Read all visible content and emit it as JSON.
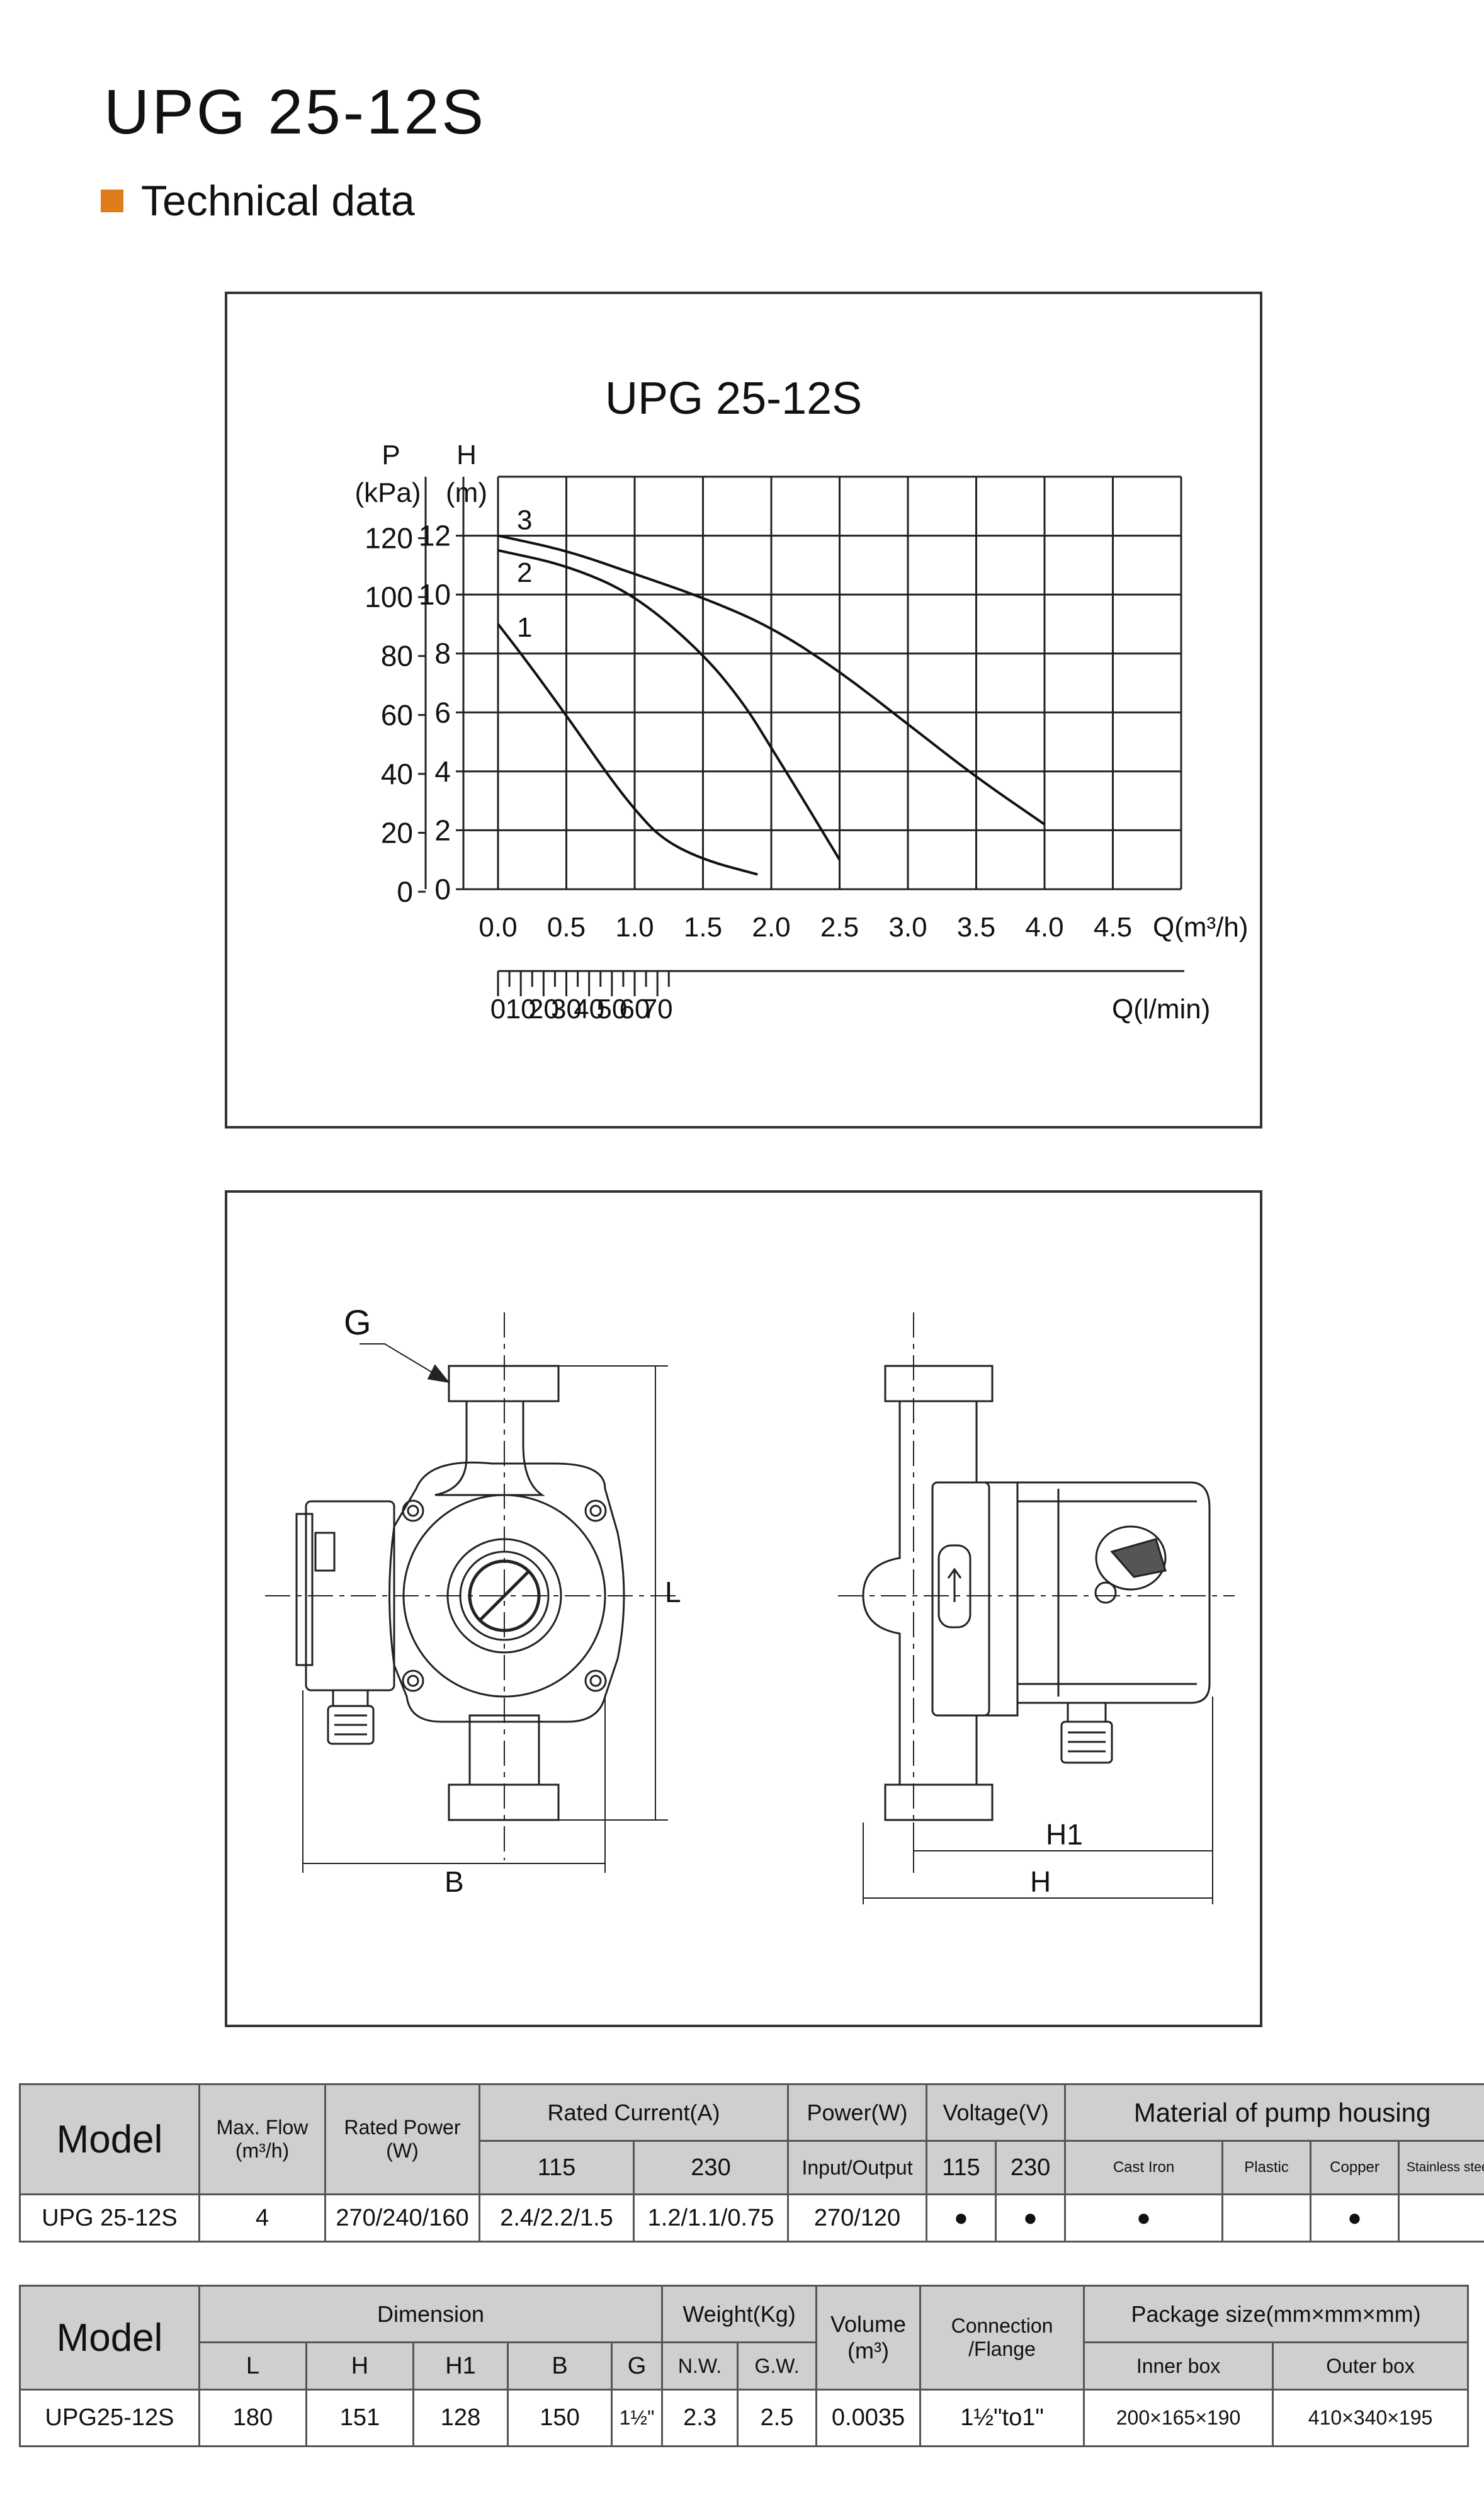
{
  "page": {
    "title": "UPG  25-12S",
    "section": "Technical data",
    "accent_color": "#e07b1a"
  },
  "chart_data": {
    "type": "line",
    "title": "UPG  25-12S",
    "p_axis": {
      "label_top": "P",
      "label_bottom": "(kPa)",
      "ticks": [
        "120",
        "100",
        "80",
        "60",
        "40",
        "20",
        "0"
      ]
    },
    "h_axis": {
      "label_top": "H",
      "label_bottom": "(m)",
      "ticks": [
        "12",
        "10",
        "8",
        "6",
        "4",
        "2",
        "0"
      ],
      "range": [
        0,
        14
      ]
    },
    "q_axis": {
      "label": "Q(m³/h)",
      "ticks": [
        "0.0",
        "0.5",
        "1.0",
        "1.5",
        "2.0",
        "2.5",
        "3.0",
        "3.5",
        "4.0",
        "4.5"
      ],
      "range": [
        0,
        5
      ]
    },
    "l_axis": {
      "label": "Q(l/min)",
      "ticks": [
        "0",
        "10",
        "20",
        "30",
        "40",
        "50",
        "60",
        "70"
      ]
    },
    "grid": true,
    "series": [
      {
        "name": "1",
        "x": [
          0.0,
          0.2,
          0.5,
          0.8,
          1.0,
          1.2,
          1.5,
          1.9
        ],
        "y": [
          9.0,
          7.8,
          5.9,
          3.9,
          2.7,
          1.7,
          1.0,
          0.5
        ]
      },
      {
        "name": "2",
        "x": [
          0.0,
          0.5,
          1.0,
          1.5,
          1.8,
          2.0,
          2.2,
          2.5
        ],
        "y": [
          11.5,
          11.0,
          10.0,
          8.0,
          6.3,
          4.8,
          3.3,
          1.0
        ]
      },
      {
        "name": "3",
        "x": [
          0.0,
          0.5,
          1.0,
          1.5,
          2.0,
          2.5,
          3.0,
          3.5,
          4.0
        ],
        "y": [
          12.0,
          11.5,
          10.7,
          9.9,
          8.9,
          7.4,
          5.6,
          3.8,
          2.2
        ]
      }
    ]
  },
  "drawing": {
    "label_g": "G",
    "label_l": "L",
    "label_b": "B",
    "label_h1": "H1",
    "label_h": "H"
  },
  "table1": {
    "h_model": "Model",
    "h_flow": "Max. Flow",
    "h_flow_unit": "(m³/h)",
    "h_power": "Rated Power",
    "h_power_unit": "(W)",
    "h_current": "Rated Current(A)",
    "h_current_115": "115",
    "h_current_230": "230",
    "h_powerw": "Power(W)",
    "h_io": "Input/Output",
    "h_voltage": "Voltage(V)",
    "h_v115": "115",
    "h_v230": "230",
    "h_material": "Material of pump housing",
    "h_cast": "Cast Iron",
    "h_plastic": "Plastic",
    "h_copper": "Copper",
    "h_steel": "Stainless steel",
    "row": {
      "model": "UPG 25-12S",
      "flow": "4",
      "power": "270/240/160",
      "c115": "2.4/2.2/1.5",
      "c230": "1.2/1.1/0.75",
      "io": "270/120",
      "v115": "●",
      "v230": "●",
      "cast": "●",
      "plastic": "",
      "copper": "●",
      "steel": ""
    }
  },
  "table2": {
    "h_model": "Model",
    "h_dimension": "Dimension",
    "h_l": "L",
    "h_h": "H",
    "h_h1": "H1",
    "h_b": "B",
    "h_g": "G",
    "h_weight": "Weight(Kg)",
    "h_nw": "N.W.",
    "h_gw": "G.W.",
    "h_volume": "Volume",
    "h_volume_unit": "(m³)",
    "h_conn": "Connection",
    "h_conn2": "/Flange",
    "h_pack": "Package size(mm×mm×mm)",
    "h_inner": "Inner box",
    "h_outer": "Outer box",
    "row": {
      "model": "UPG25-12S",
      "l": "180",
      "h": "151",
      "h1": "128",
      "b": "150",
      "g": "1½\"",
      "nw": "2.3",
      "gw": "2.5",
      "volume": "0.0035",
      "conn": "1½\"to1\"",
      "inner": "200×165×190",
      "outer": "410×340×195"
    }
  }
}
